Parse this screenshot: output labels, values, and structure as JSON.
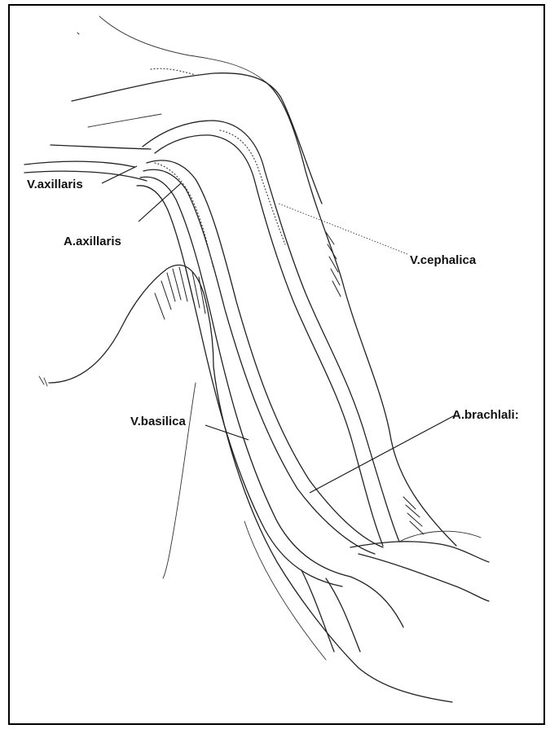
{
  "labels": {
    "v_axillaris": "V.axillaris",
    "a_axillaris": "A.axillaris",
    "v_cephalica": "V.cephalica",
    "v_basilica": "V.basilica",
    "a_brachialis": "A.brachlali:"
  },
  "colors": {
    "ink": "#222222",
    "background": "#ffffff",
    "frame": "#000000"
  }
}
